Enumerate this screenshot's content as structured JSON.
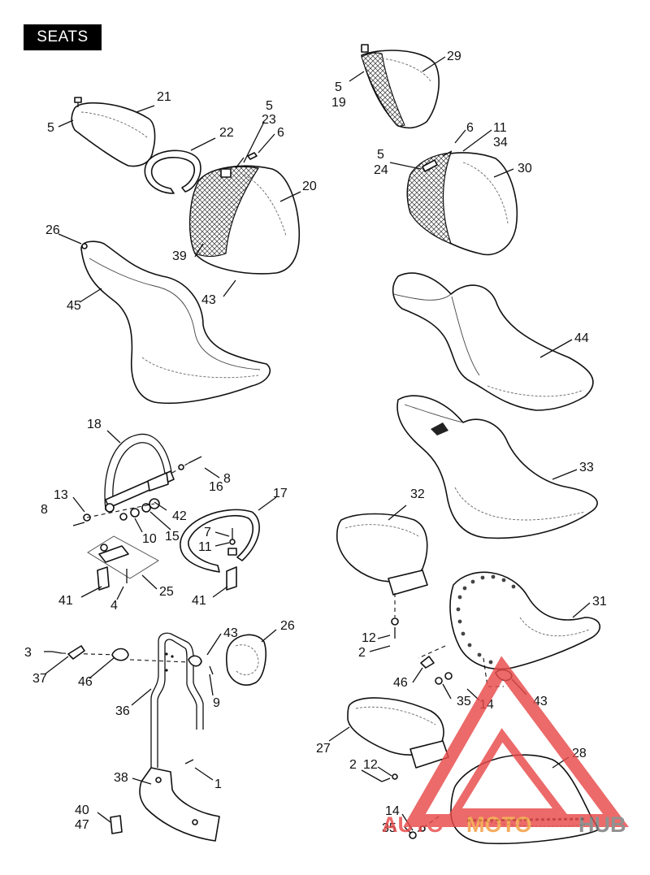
{
  "title": "SEATS",
  "callouts": [
    {
      "id": "c1",
      "text": "21"
    },
    {
      "id": "c2",
      "text": "5"
    },
    {
      "id": "c3",
      "text": "22"
    },
    {
      "id": "c4",
      "text": "5"
    },
    {
      "id": "c5",
      "text": "23"
    },
    {
      "id": "c6",
      "text": "6"
    },
    {
      "id": "c7",
      "text": "20"
    },
    {
      "id": "c8",
      "text": "26"
    },
    {
      "id": "c9",
      "text": "39"
    },
    {
      "id": "c10",
      "text": "45"
    },
    {
      "id": "c11",
      "text": "43"
    },
    {
      "id": "c12",
      "text": "29"
    },
    {
      "id": "c13",
      "text": "5"
    },
    {
      "id": "c14",
      "text": "19"
    },
    {
      "id": "c15",
      "text": "6"
    },
    {
      "id": "c16",
      "text": "11"
    },
    {
      "id": "c17",
      "text": "34"
    },
    {
      "id": "c18",
      "text": "5"
    },
    {
      "id": "c19",
      "text": "24"
    },
    {
      "id": "c20",
      "text": "30"
    },
    {
      "id": "c21",
      "text": "44"
    },
    {
      "id": "c22",
      "text": "33"
    },
    {
      "id": "c23",
      "text": "18"
    },
    {
      "id": "c24",
      "text": "8"
    },
    {
      "id": "c25",
      "text": "16"
    },
    {
      "id": "c26",
      "text": "13"
    },
    {
      "id": "c27",
      "text": "8"
    },
    {
      "id": "c28",
      "text": "42"
    },
    {
      "id": "c29",
      "text": "10"
    },
    {
      "id": "c30",
      "text": "15"
    },
    {
      "id": "c31",
      "text": "17"
    },
    {
      "id": "c32",
      "text": "7"
    },
    {
      "id": "c33",
      "text": "11"
    },
    {
      "id": "c34",
      "text": "32"
    },
    {
      "id": "c35",
      "text": "41"
    },
    {
      "id": "c36",
      "text": "4"
    },
    {
      "id": "c37",
      "text": "25"
    },
    {
      "id": "c38",
      "text": "41"
    },
    {
      "id": "c39",
      "text": "31"
    },
    {
      "id": "c40",
      "text": "12"
    },
    {
      "id": "c41",
      "text": "2"
    },
    {
      "id": "c42",
      "text": "3"
    },
    {
      "id": "c43",
      "text": "43"
    },
    {
      "id": "c44",
      "text": "26"
    },
    {
      "id": "c45",
      "text": "37"
    },
    {
      "id": "c46",
      "text": "46"
    },
    {
      "id": "c47",
      "text": "9"
    },
    {
      "id": "c48",
      "text": "36"
    },
    {
      "id": "c49",
      "text": "46"
    },
    {
      "id": "c50",
      "text": "35"
    },
    {
      "id": "c51",
      "text": "14"
    },
    {
      "id": "c52",
      "text": "43"
    },
    {
      "id": "c53",
      "text": "27"
    },
    {
      "id": "c54",
      "text": "28"
    },
    {
      "id": "c55",
      "text": "2"
    },
    {
      "id": "c56",
      "text": "12"
    },
    {
      "id": "c57",
      "text": "38"
    },
    {
      "id": "c58",
      "text": "1"
    },
    {
      "id": "c59",
      "text": "40"
    },
    {
      "id": "c60",
      "text": "47"
    },
    {
      "id": "c61",
      "text": "14"
    },
    {
      "id": "c62",
      "text": "35"
    }
  ],
  "watermark": {
    "brand_left": "AUTO",
    "brand_mid": "MOTO",
    "brand_right": "HUB",
    "color_red": "#e84a4a",
    "color_orange": "#f29a3a",
    "color_gray": "#7a7a7a"
  }
}
